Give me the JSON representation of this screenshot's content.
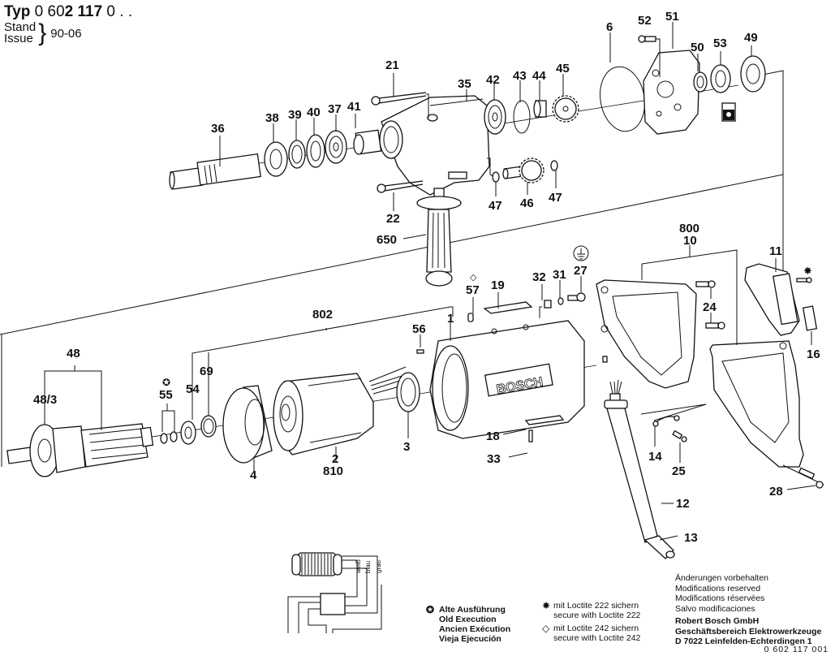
{
  "header": {
    "typ_prefix": "Typ",
    "typ_number_light_1": "0 60",
    "typ_number_bold": "2 117",
    "typ_number_light_2": " 0 . .",
    "stand_label_de": "Stand",
    "stand_label_en": "Issue",
    "stand_value": "90-06"
  },
  "parts": {
    "p1": "1",
    "p2": "2",
    "p3": "3",
    "p4": "4",
    "p6": "6",
    "p10": "10",
    "p11": "11",
    "p12": "12",
    "p13": "13",
    "p14": "14",
    "p16": "16",
    "p18": "18",
    "p19": "19",
    "p21": "21",
    "p22": "22",
    "p24": "24",
    "p25": "25",
    "p27": "27",
    "p28": "28",
    "p31": "31",
    "p32": "32",
    "p33": "33",
    "p35": "35",
    "p36": "36",
    "p37": "37",
    "p38": "38",
    "p39": "39",
    "p40": "40",
    "p41": "41",
    "p42": "42",
    "p43": "43",
    "p44": "44",
    "p45": "45",
    "p46": "46",
    "p47a": "47",
    "p47b": "47",
    "p48": "48",
    "p48_3": "48/3",
    "p49": "49",
    "p50": "50",
    "p51": "51",
    "p52": "52",
    "p53": "53",
    "p54": "54",
    "p55": "55",
    "p56": "56",
    "p57": "57",
    "p69": "69",
    "p650": "650",
    "p800": "800",
    "p802": "802",
    "p810": "810"
  },
  "housing_brand": "BOSCH",
  "wiring": {
    "wire_1": "weiß",
    "wire_2": "blau",
    "wire_3": "grau"
  },
  "legend": {
    "old_execution": {
      "symbol": "✪",
      "lines": [
        "Alte Ausführung",
        "Old Execution",
        "Ancien Exécution",
        "Vieja Ejecución"
      ]
    },
    "loctite_222": {
      "symbol": "✸",
      "line_de": "mit Loctite 222 sichern",
      "line_en": "secure with Loctite 222"
    },
    "loctite_242": {
      "symbol": "◇",
      "line_de": "mit Loctite 242 sichern",
      "line_en": "secure with Loctite 242"
    }
  },
  "notes": {
    "modifications": [
      "Änderungen vorbehalten",
      "Modifications reserved",
      "Modifications réservées",
      "Salvo modificaciones"
    ],
    "company": [
      "Robert Bosch GmbH",
      "Geschäftsbereich Elektrowerkzeuge",
      "D 7022 Leinfelden-Echterdingen 1"
    ]
  },
  "document_number": "0 602 117 001"
}
